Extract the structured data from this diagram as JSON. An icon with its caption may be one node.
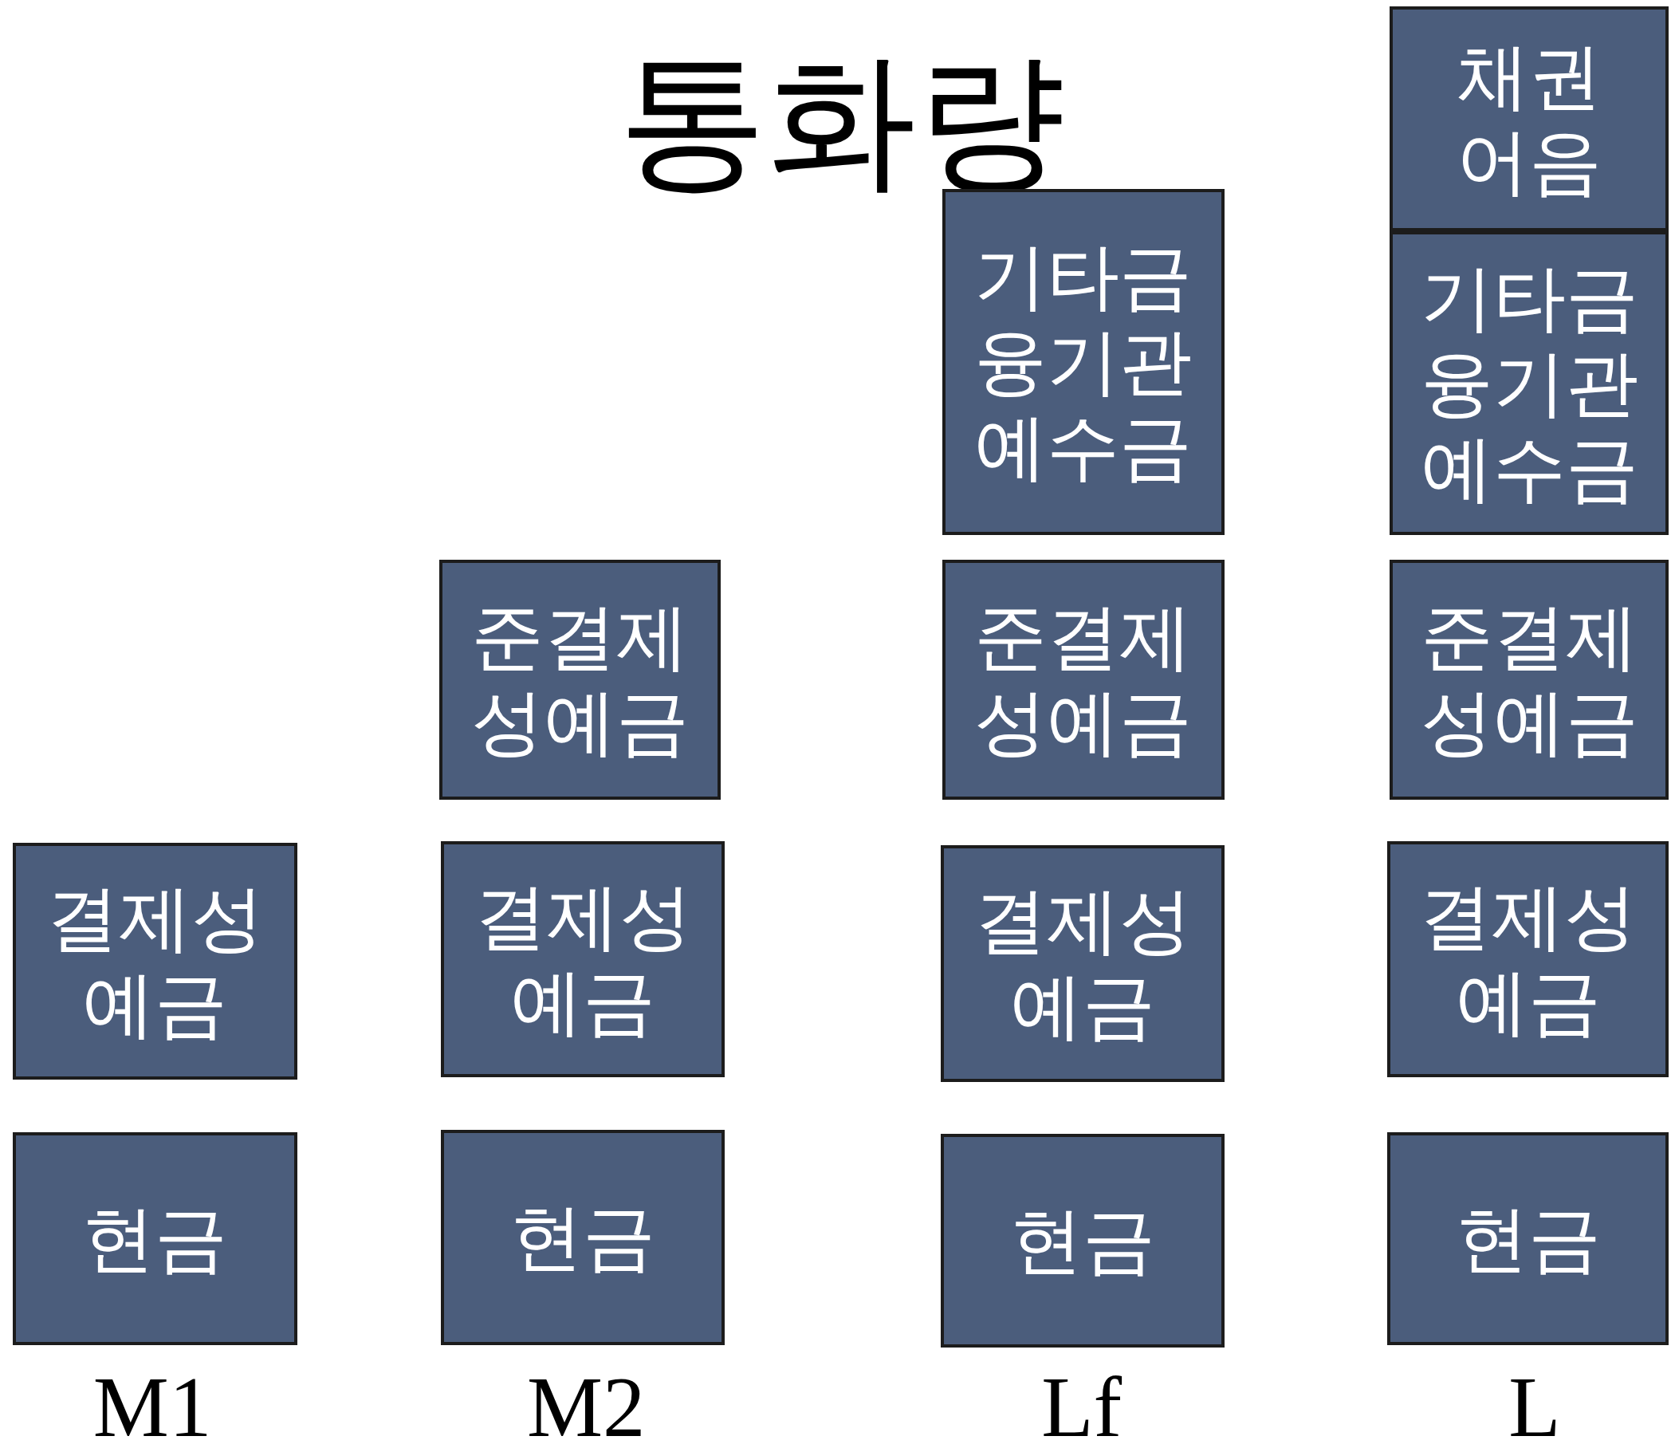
{
  "diagram": {
    "title": "통화량",
    "nodes": [
      {
        "text": [
          "결제성예금"
        ]
      },
      {
        "text": [
          "현금"
        ]
      },
      {
        "text": [
          "준결제성예금"
        ]
      },
      {
        "text": [
          "결제성예금"
        ]
      },
      {
        "text": [
          "현금"
        ]
      },
      {
        "text": [
          "기타금융기관예수금"
        ]
      },
      {
        "text": [
          "준결제성예금"
        ]
      },
      {
        "text": [
          "결제성예금"
        ]
      },
      {
        "text": [
          "현금"
        ]
      },
      {
        "text": [
          "채권어음"
        ]
      },
      {
        "text": [
          "기타금융기관예수금"
        ]
      },
      {
        "text": [
          "준결제성예금"
        ]
      },
      {
        "text": [
          "결제성예금"
        ]
      },
      {
        "text": [
          "현금"
        ]
      }
    ],
    "labels": [
      "M1",
      "M2",
      "Lf",
      "L"
    ]
  }
}
